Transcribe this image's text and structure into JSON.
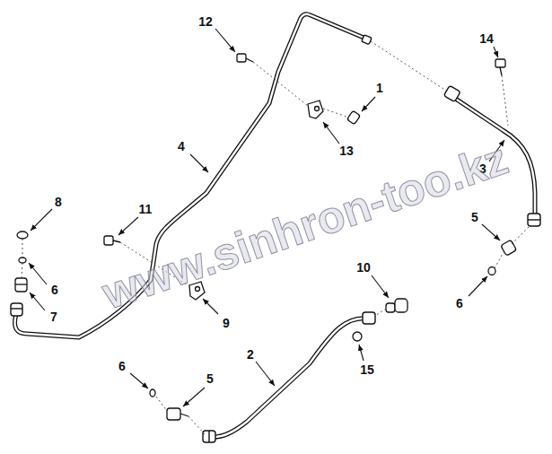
{
  "diagram": {
    "labels": [
      "12",
      "14",
      "1",
      "13",
      "4",
      "3",
      "8",
      "11",
      "5",
      "10",
      "6",
      "7",
      "6",
      "9",
      "2",
      "6",
      "15",
      "5",
      "www.sinhron-too.kz"
    ]
  }
}
